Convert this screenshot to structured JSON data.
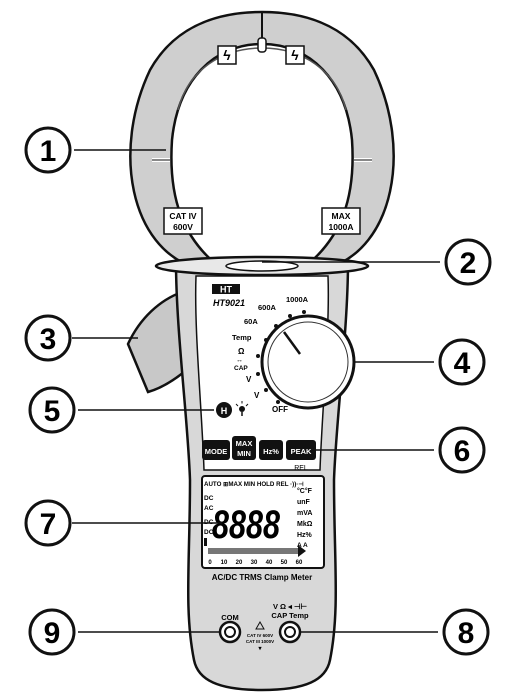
{
  "callouts": [
    {
      "number": "1"
    },
    {
      "number": "2"
    },
    {
      "number": "3"
    },
    {
      "number": "4"
    },
    {
      "number": "5"
    },
    {
      "number": "6"
    },
    {
      "number": "7"
    },
    {
      "number": "8"
    },
    {
      "number": "9"
    }
  ],
  "jaw": {
    "cat_left": [
      "CAT IV",
      "600V"
    ],
    "cat_right": [
      "MAX",
      "1000A"
    ],
    "bolt_glyph": "ϟ"
  },
  "brand": {
    "logo": "HT",
    "model": "HT9021"
  },
  "dial": {
    "range_1000a": "1000A",
    "range_600a": "600A",
    "range_60a": "60A",
    "temp": "Temp",
    "ohm": "Ω",
    "cap": "CAP",
    "v_ac": "V",
    "v_dc": "V",
    "off": "OFF"
  },
  "hold_button": "H",
  "buttons": {
    "mode": "MODE",
    "maxmin_top": "MAX",
    "maxmin_bottom": "MIN",
    "hz": "Hz%",
    "peak": "PEAK",
    "rel": "REL"
  },
  "lcd": {
    "top_row": "AUTO ⊞MAX MIN HOLD REL ·))·⊣",
    "left_dc": "DC",
    "left_ac": "AC",
    "digits": "8888",
    "unit_cf": "°C°F",
    "unit_unf": "unF",
    "unit_mva": "mVA",
    "unit_mkohm": "MkΩ",
    "unit_hz": "Hz%",
    "unit_aa": "A A",
    "scale": [
      "0",
      "10",
      "20",
      "30",
      "40",
      "50",
      "60"
    ]
  },
  "body_label": "AC/DC TRMS Clamp Meter",
  "terminals": {
    "com": "COM",
    "input_top": "V Ω ◂ ⊣⊢",
    "input_bottom": "CAP Temp",
    "cat_line1": "CAT IV 600V",
    "cat_line2": "CAT III 1000V"
  }
}
